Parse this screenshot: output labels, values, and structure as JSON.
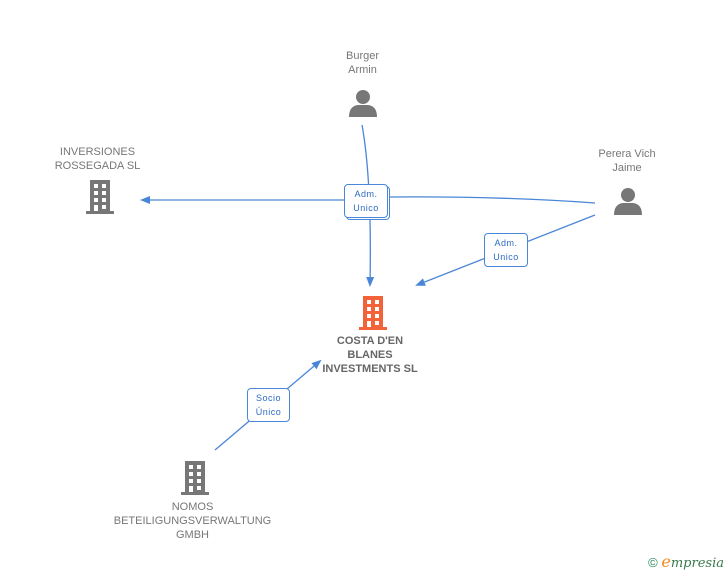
{
  "nodes": {
    "burger": {
      "label": "Burger\nArmin",
      "type": "person"
    },
    "perera": {
      "label": "Perera Vich\nJaime",
      "type": "person"
    },
    "inversiones": {
      "label": "INVERSIONES\nROSSEGADA  SL",
      "type": "company"
    },
    "costa": {
      "label": "COSTA D'EN\nBLANES\nINVESTMENTS SL",
      "type": "company-main"
    },
    "nomos": {
      "label": "NOMOS\nBETEILIGUNGSVERWALTUNG\nGMBH",
      "type": "company"
    }
  },
  "relations": [
    {
      "id": "rel-center",
      "line1": "Adm.",
      "line2": "Unico"
    },
    {
      "id": "rel-perera",
      "line1": "Adm.",
      "line2": "Unico"
    },
    {
      "id": "rel-socio",
      "line1": "Socio",
      "line2": "Único"
    }
  ],
  "colors": {
    "edge": "#4a86d8",
    "icon": "#777777",
    "main_icon": "#f4623a"
  },
  "footer": {
    "copyright": "©",
    "brand_e": "e",
    "brand_rest": "mpresia"
  }
}
